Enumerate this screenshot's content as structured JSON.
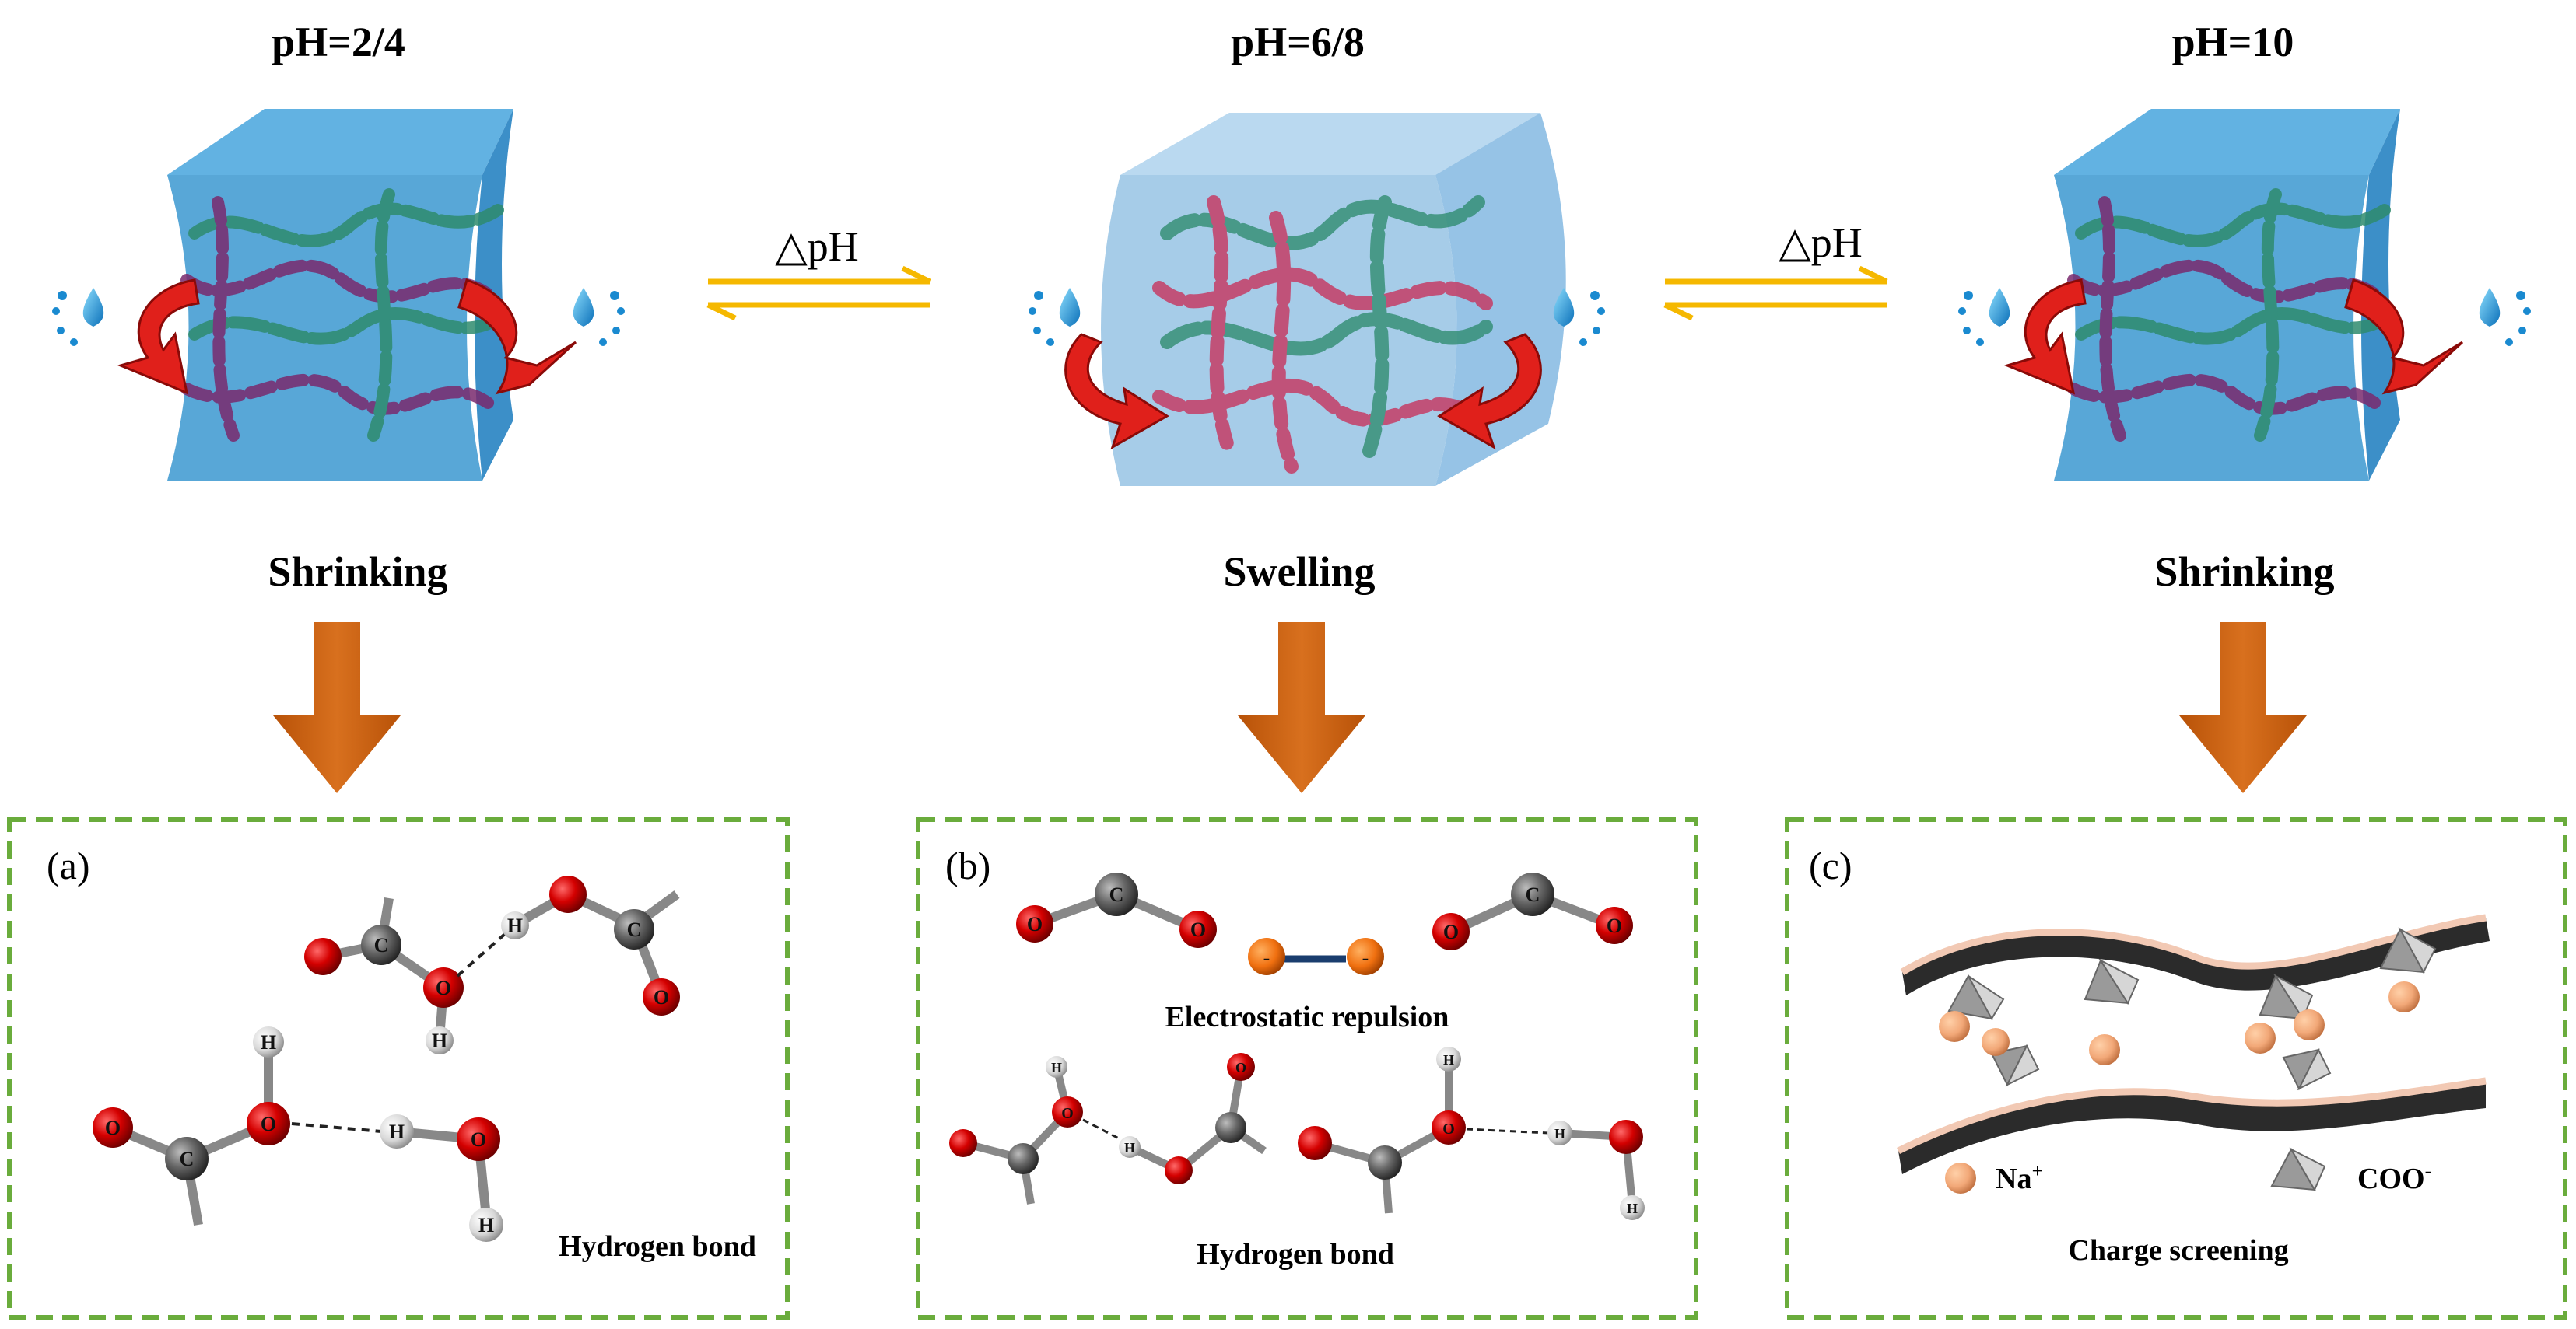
{
  "conditions": {
    "left": "pH=2/4",
    "middle": "pH=6/8",
    "right": "pH=10"
  },
  "states": {
    "left": "Shrinking",
    "middle": "Swelling",
    "right": "Shrinking"
  },
  "equilibrium_label": "△pH",
  "panels": {
    "a": {
      "letter": "(a)",
      "bond_label": "Hydrogen bond"
    },
    "b": {
      "letter": "(b)",
      "repulsion_label": "Electrostatic repulsion",
      "bond_label": "Hydrogen bond"
    },
    "c": {
      "letter": "(c)",
      "na_label": "Na",
      "na_sup": "+",
      "coo_label": "COO",
      "coo_sup": "-",
      "caption": "Charge screening"
    }
  },
  "atom_letters": {
    "carbon": "C",
    "oxygen": "O",
    "hydrogen": "H",
    "negative": "-"
  },
  "colors": {
    "cube_blue": "#4a9fd4",
    "cube_swollen": "#9cc7e6",
    "chain_green": "#2e8b6e",
    "chain_purple": "#7a2a6e",
    "chain_red": "#c8305a",
    "arrow_red": "#e0201b",
    "arrow_orange": "#cc6214",
    "equilibrium_yellow": "#f5b800",
    "panel_border": "#6aac3c",
    "oxygen": "#d40000",
    "carbon": "#666666",
    "hydrogen": "#e8e8e8",
    "sodium": "#f2a878"
  }
}
